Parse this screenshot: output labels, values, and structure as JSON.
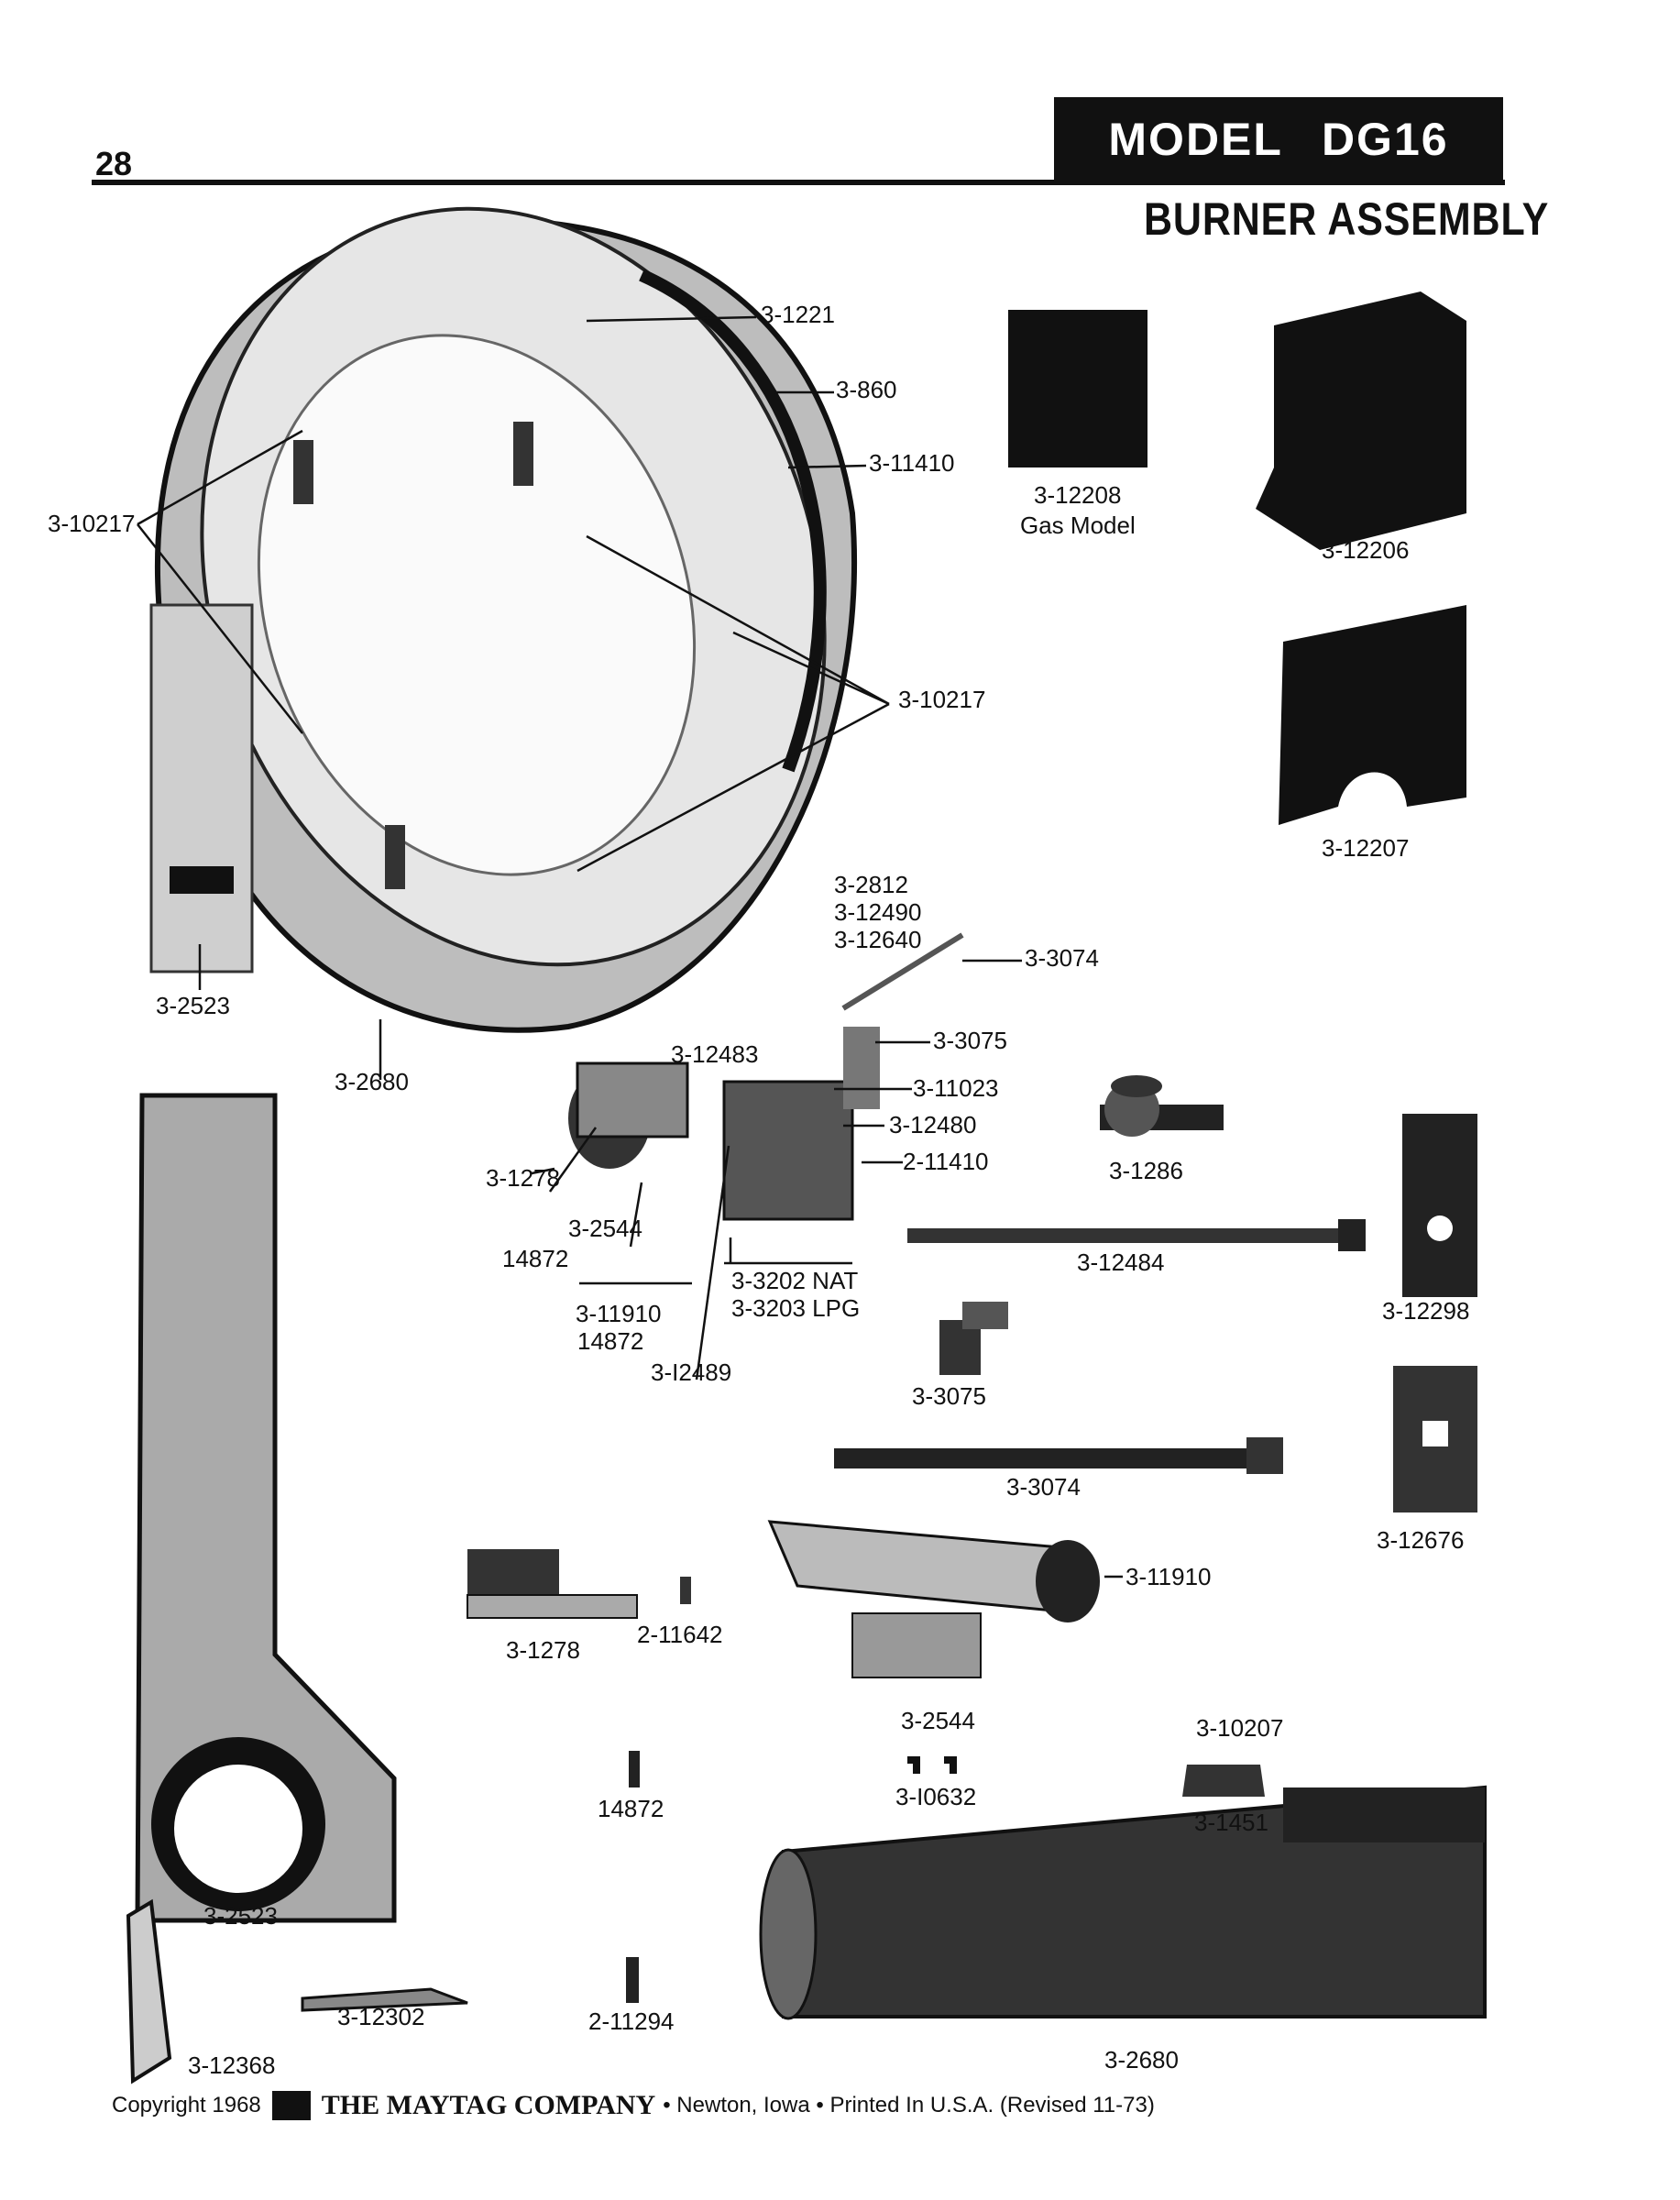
{
  "page": {
    "number": "28",
    "model_label": "MODEL",
    "model_value": "DG16",
    "section_title": "BURNER ASSEMBLY"
  },
  "labels": {
    "l_3_1221": "3-1221",
    "l_3_860": "3-860",
    "l_3_11410": "3-11410",
    "l_3_10217_a": "3-10217",
    "l_3_10217_b": "3-10217",
    "l_3_12208": "3-12208",
    "l_gas_model": "Gas Model",
    "l_3_12206": "3-12206",
    "l_3_12207": "3-12207",
    "l_3_2523_a": "3-2523",
    "l_3_2680_a": "3-2680",
    "l_3_2812": "3-2812",
    "l_3_12490": "3-12490",
    "l_3_12640": "3-12640",
    "l_3_3074_a": "3-3074",
    "l_3_3075_a": "3-3075",
    "l_3_12483": "3-12483",
    "l_3_11023": "3-11023",
    "l_3_12480": "3-12480",
    "l_2_11410": "2-11410",
    "l_3_1278_a": "3-1278",
    "l_3_2544_a": "3-2544",
    "l_14872_a": "14872",
    "l_3_3202": "3-3202 NAT",
    "l_3_3203": "3-3203 LPG",
    "l_3_11910_a": "3-11910",
    "l_14872_b": "14872",
    "l_3_12489": "3-I2489",
    "l_3_1286": "3-1286",
    "l_3_12484": "3-12484",
    "l_3_12298": "3-12298",
    "l_3_3075_b": "3-3075",
    "l_3_3074_b": "3-3074",
    "l_3_12676": "3-12676",
    "l_3_11910_b": "3-11910",
    "l_3_1278_b": "3-1278",
    "l_2_11642": "2-11642",
    "l_3_2544_b": "3-2544",
    "l_3_10207": "3-10207",
    "l_3_10632": "3-I0632",
    "l_3_1451": "3-1451",
    "l_14872_c": "14872",
    "l_3_2523_b": "3-2523",
    "l_3_12302": "3-12302",
    "l_2_11294": "2-11294",
    "l_3_12368": "3-12368",
    "l_3_2680_b": "3-2680"
  },
  "footer": {
    "copyright": "Copyright 1968",
    "company": "THE MAYTAG COMPANY",
    "location": "•  Newton, Iowa  •  Printed In U.S.A. (Revised  11-73)"
  }
}
